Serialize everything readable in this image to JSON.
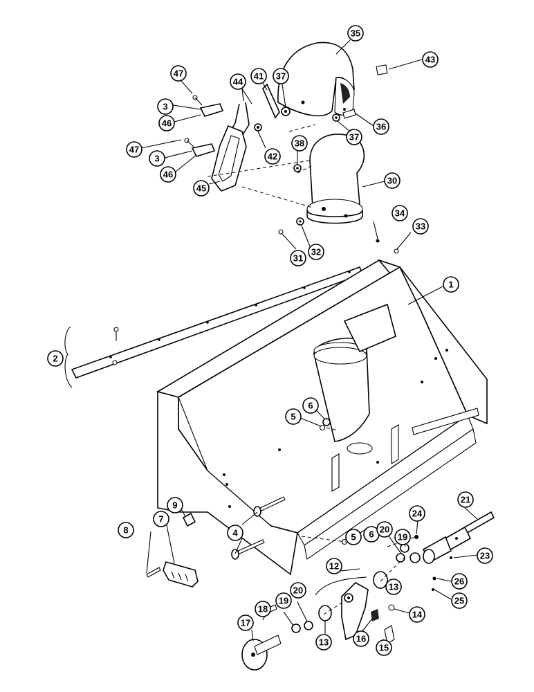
{
  "callouts": [
    {
      "id": "c35",
      "label": "35"
    },
    {
      "id": "c43",
      "label": "43"
    },
    {
      "id": "c47a",
      "label": "47"
    },
    {
      "id": "c44",
      "label": "44"
    },
    {
      "id": "c41",
      "label": "41"
    },
    {
      "id": "c37a",
      "label": "37"
    },
    {
      "id": "c3a",
      "label": "3"
    },
    {
      "id": "c46a",
      "label": "46"
    },
    {
      "id": "c47b",
      "label": "47"
    },
    {
      "id": "c3b",
      "label": "3"
    },
    {
      "id": "c46b",
      "label": "46"
    },
    {
      "id": "c45",
      "label": "45"
    },
    {
      "id": "c42",
      "label": "42"
    },
    {
      "id": "c38",
      "label": "38"
    },
    {
      "id": "c37b",
      "label": "37"
    },
    {
      "id": "c36",
      "label": "36"
    },
    {
      "id": "c30",
      "label": "30"
    },
    {
      "id": "c34",
      "label": "34"
    },
    {
      "id": "c33",
      "label": "33"
    },
    {
      "id": "c31",
      "label": "31"
    },
    {
      "id": "c32",
      "label": "32"
    },
    {
      "id": "c1",
      "label": "1"
    },
    {
      "id": "c2",
      "label": "2"
    },
    {
      "id": "c5a",
      "label": "5"
    },
    {
      "id": "c6a",
      "label": "6"
    },
    {
      "id": "c9",
      "label": "9"
    },
    {
      "id": "c7",
      "label": "7"
    },
    {
      "id": "c8",
      "label": "8"
    },
    {
      "id": "c4",
      "label": "4"
    },
    {
      "id": "c24",
      "label": "24"
    },
    {
      "id": "c21",
      "label": "21"
    },
    {
      "id": "c5b",
      "label": "5"
    },
    {
      "id": "c6b",
      "label": "6"
    },
    {
      "id": "c20a",
      "label": "20"
    },
    {
      "id": "c19a",
      "label": "19"
    },
    {
      "id": "c23",
      "label": "23"
    },
    {
      "id": "c12",
      "label": "12"
    },
    {
      "id": "c13a",
      "label": "13"
    },
    {
      "id": "c26",
      "label": "26"
    },
    {
      "id": "c25",
      "label": "25"
    },
    {
      "id": "c14",
      "label": "14"
    },
    {
      "id": "c17",
      "label": "17"
    },
    {
      "id": "c18",
      "label": "18"
    },
    {
      "id": "c19b",
      "label": "19"
    },
    {
      "id": "c20b",
      "label": "20"
    },
    {
      "id": "c13b",
      "label": "13"
    },
    {
      "id": "c16",
      "label": "16"
    },
    {
      "id": "c15",
      "label": "15"
    }
  ]
}
